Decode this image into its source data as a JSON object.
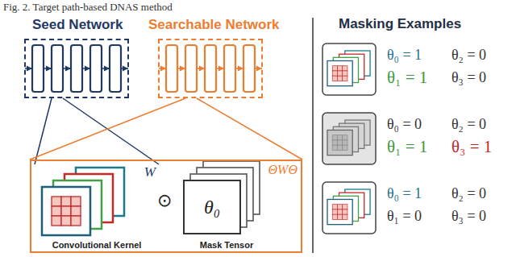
{
  "diagram": {
    "title": "Fig. 2. Target path-based DNAS method",
    "nodes": [
      {
        "text": [
          "Seed Network"
        ]
      },
      {
        "text": [
          "Searchable Network"
        ]
      },
      {
        "text": [
          "ΘWΘ"
        ]
      },
      {
        "text": [
          "W",
          "Convolutional Kernel"
        ],
        "in": 2
      },
      {
        "text": [
          "θ₀",
          "Mask Tensor"
        ],
        "in": 2
      }
    ],
    "edges": [
      {
        "from": 0,
        "to": 3,
        "arrow": "none"
      },
      {
        "from": 1,
        "to": 2,
        "arrow": "none"
      }
    ],
    "labels": [
      "⊙",
      "Masking Examples",
      "θ₀ = 1",
      "θ₂ = 0",
      "θ₁ = 1",
      "θ₃ = 0",
      "θ₀ = 0",
      "θ₂ = 0",
      "θ₁ = 1",
      "θ₃ = 1",
      "θ₀ = 1",
      "θ₂ = 0",
      "θ₁ = 0",
      "θ₃ = 0"
    ]
  }
}
